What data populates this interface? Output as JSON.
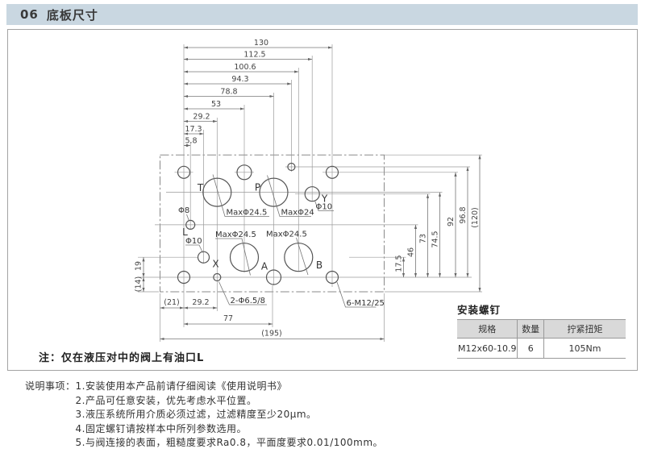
{
  "header": {
    "section_number": "06",
    "title": "底板尺寸"
  },
  "drawing": {
    "top_dims": [
      "130",
      "112.5",
      "100.6",
      "94.3",
      "78.8",
      "53",
      "29.2",
      "17.3",
      "5.8"
    ],
    "right_dims": [
      "17.5",
      "46",
      "73",
      "74.5",
      "92",
      "96.8",
      "(120)"
    ],
    "left_dims": [
      "19",
      "(14)"
    ],
    "bottom_dims": [
      "(21)",
      "29.2",
      "77",
      "(195)"
    ],
    "ports": {
      "t": "T",
      "p": "P",
      "y": "Y",
      "l": "L",
      "x": "X",
      "a": "A",
      "b": "B"
    },
    "labels": {
      "t_max": "MaxΦ24.5",
      "p_max": "MaxΦ24",
      "a_max": "MaxΦ24.5",
      "b_max": "MaxΦ24.5",
      "phi8": "Φ8",
      "phi10_x": "Φ10",
      "phi10_y": "Φ10",
      "holes_small": "2-Φ6.5/8",
      "holes_m12": "6-M12/25"
    }
  },
  "note": "注：仅在液压对中的阀上有油口L",
  "screw_table": {
    "title": "安装螺钉",
    "headers": [
      "规格",
      "数量",
      "拧紧扭矩"
    ],
    "row": [
      "M12x60-10.9",
      "6",
      "105Nm"
    ]
  },
  "instructions": {
    "label": "说明事项：",
    "items": [
      "1.安装使用本产品前请仔细阅读《使用说明书》",
      "2.产品可任意安装，优先考虑水平位置。",
      "3.液压系统所用介质必须过滤，过滤精度至少20μm。",
      "4.固定螺钉请按样本中所列参数选用。",
      "5.与阀连接的表面，粗糙度要求Ra0.8，平面度要求0.01/100mm。"
    ]
  }
}
